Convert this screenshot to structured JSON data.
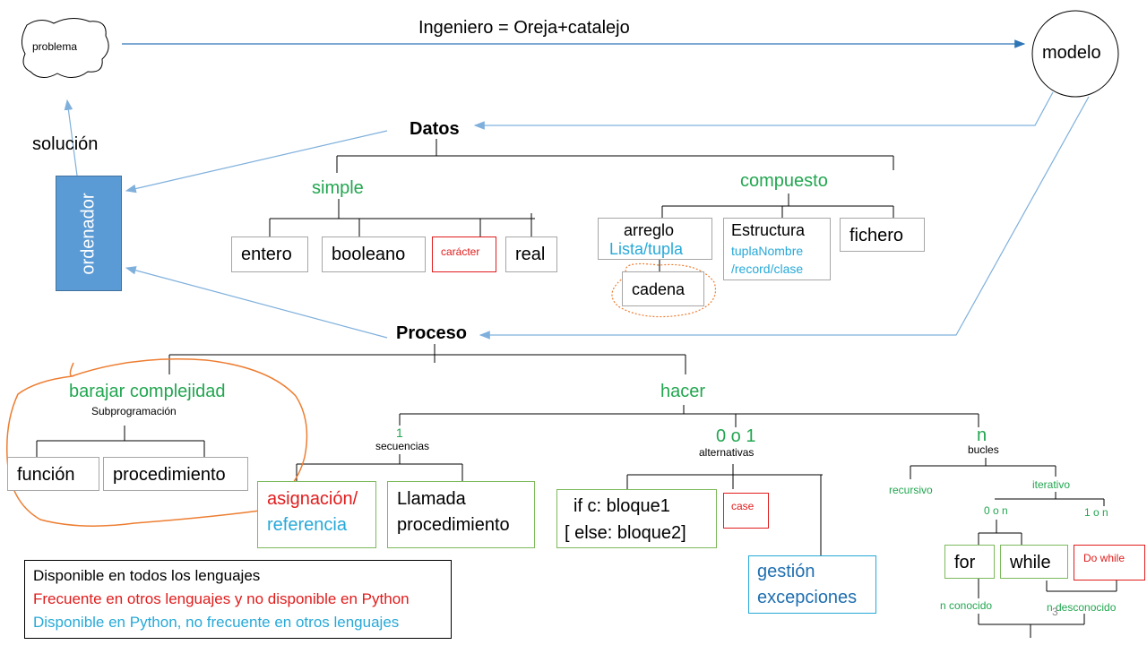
{
  "title": "Ingeniero = Oreja+catalejo",
  "problema": "problema",
  "modelo": "modelo",
  "solucion": "solución",
  "ordenador": "ordenador",
  "datos": {
    "label": "Datos",
    "simple": {
      "label": "simple",
      "entero": "entero",
      "booleano": "booleano",
      "caracter": "carácter",
      "real": "real"
    },
    "compuesto": {
      "label": "compuesto",
      "arreglo": "arreglo",
      "lista_tupla": "Lista/tupla",
      "cadena": "cadena",
      "estructura": "Estructura",
      "estructura_sub1": "tuplaNombre",
      "estructura_sub2": "/record/clase",
      "fichero": "fichero"
    }
  },
  "proceso": {
    "label": "Proceso",
    "barajar": {
      "label": "barajar complejidad",
      "sub": "Subprogramación",
      "funcion": "función",
      "procedimiento": "procedimiento"
    },
    "hacer": {
      "label": "hacer",
      "uno": "1",
      "secuencias": "secuencias",
      "asignacion_1": "asignación/",
      "asignacion_2": "referencia",
      "llamada_1": "Llamada",
      "llamada_2": "procedimiento",
      "cero_o_uno": "0 o 1",
      "alternativas": "alternativas",
      "if_1": "if c: bloque1",
      "if_2": "[ else:  bloque2]",
      "case": "case",
      "gestion_1": "gestión",
      "gestion_2": "excepciones",
      "n": "n",
      "bucles": "bucles",
      "recursivo": "recursivo",
      "iterativo": "iterativo",
      "cero_o_n": "0 o n",
      "uno_o_n": "1 o n",
      "for": "for",
      "while": "while",
      "do_while": "Do while",
      "n_conocido": "n conocido",
      "n_desconocido": "n desconocido"
    }
  },
  "legend": {
    "line1": "Disponible en todos los lenguajes",
    "line2": "Frecuente en otros lenguajes y no disponible en Python",
    "line3": "Disponible en Python, no frecuente en otros lenguajes"
  },
  "page_number": "3",
  "colors": {
    "green": "#22a650",
    "red": "#e11c1c",
    "cyan": "#27a9d8",
    "ordenador_fill": "#5b9bd5",
    "arrow_blue": "#7fb0dc",
    "orange_scribble": "#ed7d31"
  }
}
